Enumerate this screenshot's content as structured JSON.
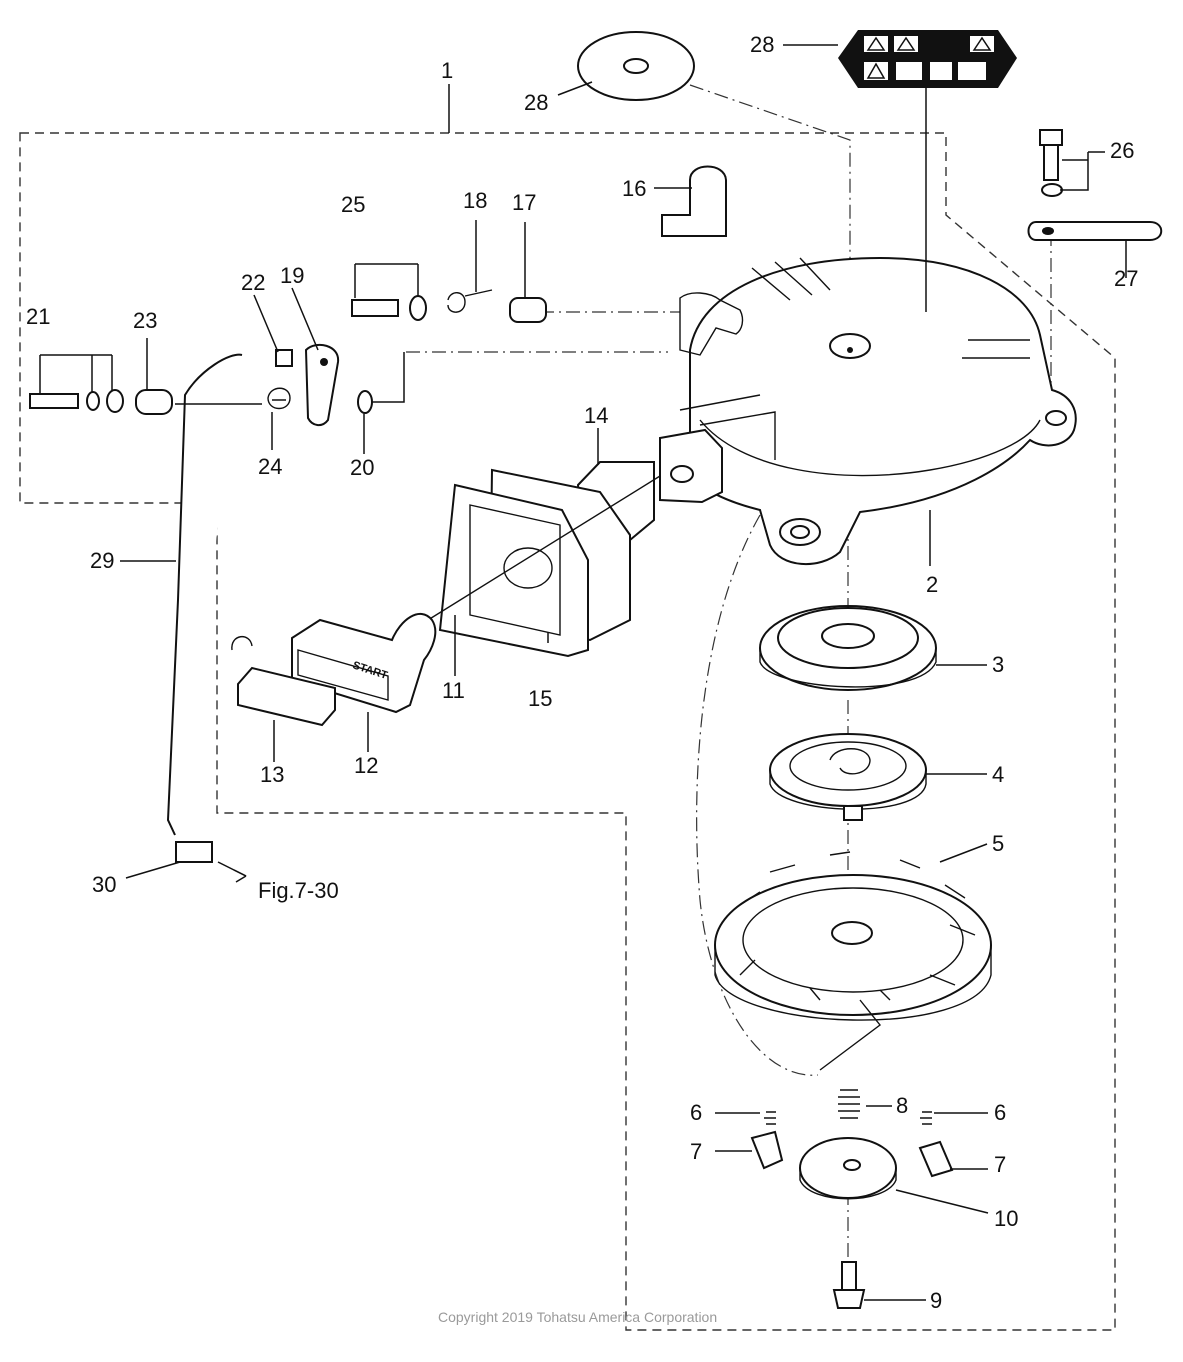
{
  "labels": {
    "l1": "1",
    "l2": "2",
    "l3": "3",
    "l4": "4",
    "l5": "5",
    "l6a": "6",
    "l6b": "6",
    "l7a": "7",
    "l7b": "7",
    "l8": "8",
    "l9": "9",
    "l10": "10",
    "l11": "11",
    "l12": "12",
    "l13": "13",
    "l14": "14",
    "l15": "15",
    "l16": "16",
    "l17": "17",
    "l18": "18",
    "l19": "19",
    "l20": "20",
    "l21": "21",
    "l22": "22",
    "l23": "23",
    "l24": "24",
    "l25": "25",
    "l26": "26",
    "l27": "27",
    "l28a": "28",
    "l28b": "28",
    "l29": "29",
    "l30": "30"
  },
  "handle_text": "START",
  "reference": "Fig.7-30",
  "copyright": "Copyright 2019 Tohatsu America Corporation",
  "colors": {
    "line": "#111111",
    "copyright": "#9a9a9a",
    "decal_background": "#111111"
  }
}
